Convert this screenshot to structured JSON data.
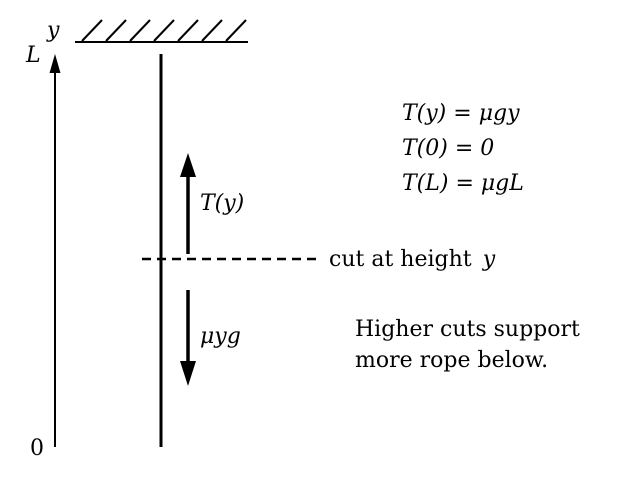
{
  "axis": {
    "name": "y",
    "top_label": "L",
    "bottom_label": "0"
  },
  "forces": {
    "up": "T(y)",
    "down": "μyg"
  },
  "cut_label": {
    "text": "cut at height",
    "var": "y"
  },
  "equations": [
    "T(y) = μgy",
    "T(0) = 0",
    "T(L) = μgL"
  ],
  "note": {
    "line1": "Higher cuts support",
    "line2": "more rope below."
  },
  "colors": {
    "ink": "#000000",
    "background": "#ffffff"
  }
}
